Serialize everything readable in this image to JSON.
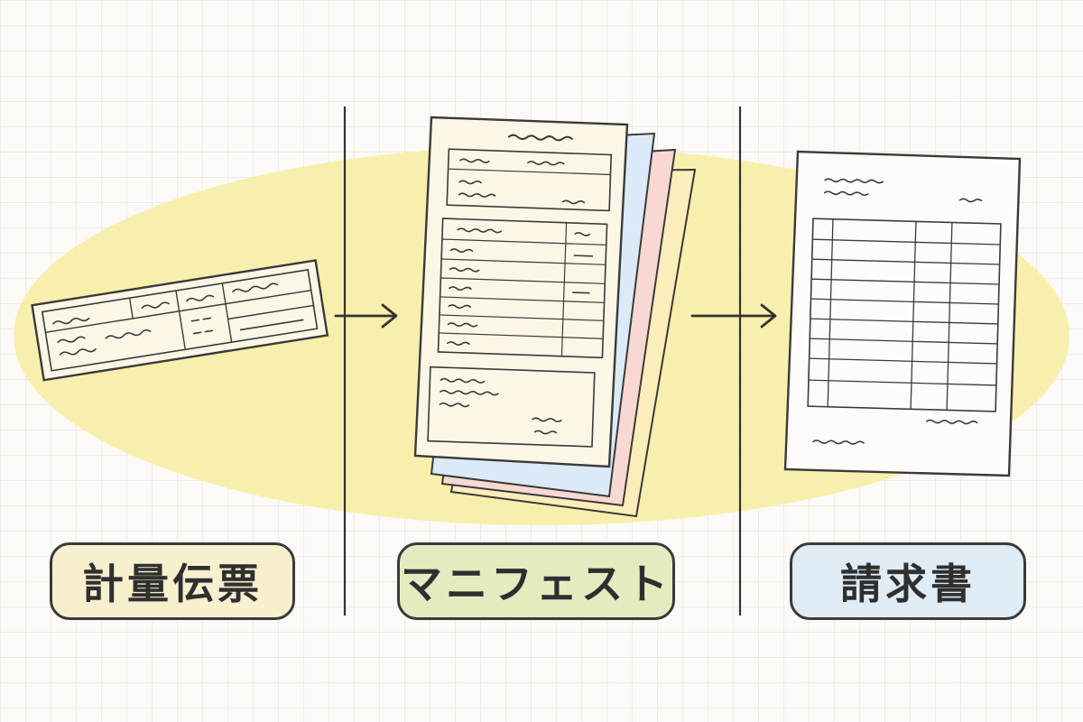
{
  "stages": [
    {
      "label": "計量伝票",
      "color": "#f8efcf"
    },
    {
      "label": "マニフェスト",
      "color": "#e2ecc0"
    },
    {
      "label": "請求書",
      "color": "#dfecf6"
    }
  ],
  "colors": {
    "highlight": "#f8eda5",
    "ink": "#333333",
    "paper": "#fbf6e6",
    "copy_blue": "#dbeaf6",
    "copy_pink": "#f7d8d2",
    "copy_yellow": "#fbeebb"
  }
}
